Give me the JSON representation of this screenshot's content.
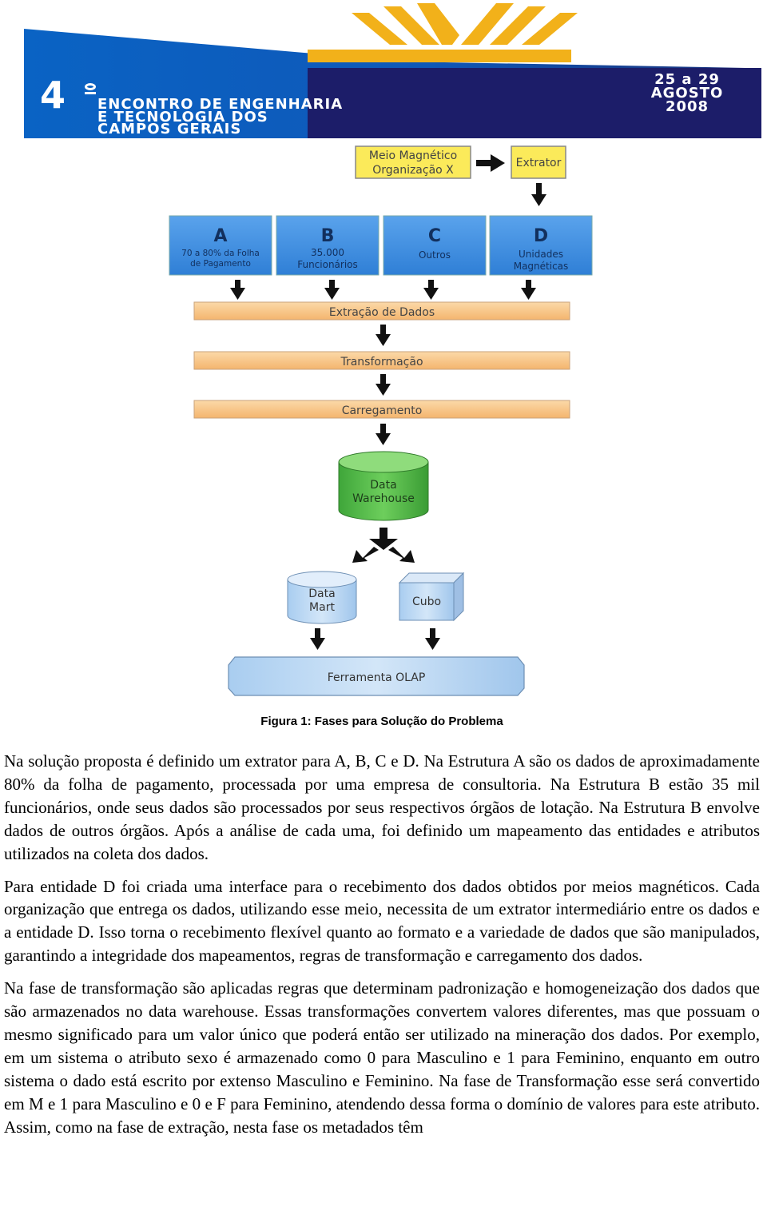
{
  "banner": {
    "edition": "4",
    "line1": "ENCONTRO DE ENGENHARIA",
    "line2": "E TECNOLOGIA DOS",
    "line3": "CAMPOS GERAIS",
    "date_line1": "25 a 29",
    "date_line2": "AGOSTO",
    "date_line3": "2008",
    "colors": {
      "blue": "#0a63c4",
      "navy": "#1c1d69",
      "logo": "#f2b11a"
    }
  },
  "figure": {
    "source": {
      "line1": "Meio Magnético",
      "line2": "Organização X"
    },
    "extractor": "Extrator",
    "entities": [
      {
        "letter": "A",
        "line1": "70 a 80% da Folha",
        "line2": "de Pagamento"
      },
      {
        "letter": "B",
        "line1": "35.000",
        "line2": "Funcionários"
      },
      {
        "letter": "C",
        "line1": "Outros",
        "line2": ""
      },
      {
        "letter": "D",
        "line1": "Unidades",
        "line2": "Magnéticas"
      }
    ],
    "phases": [
      "Extração de Dados",
      "Transformação",
      "Carregamento"
    ],
    "warehouse": {
      "line1": "Data",
      "line2": "Warehouse"
    },
    "datamart": {
      "line1": "Data",
      "line2": "Mart"
    },
    "cube": "Cubo",
    "olap": "Ferramenta OLAP",
    "colors": {
      "blue_box": "#3f8ee0",
      "yellow_box": "#fbea5a",
      "orange_bar": "#f8c88e",
      "green_cyl": "#4fb848",
      "light_blue": "#b9d6f3"
    }
  },
  "caption": "Figura 1: Fases para Solução do Problema",
  "paragraphs": [
    "Na solução proposta é definido um extrator para A, B, C e D. Na Estrutura A são os dados de aproximadamente 80% da folha de pagamento, processada por uma empresa de consultoria. Na Estrutura B estão 35 mil funcionários, onde seus dados são processados por seus respectivos órgãos de lotação. Na Estrutura B envolve dados de outros órgãos. Após a análise de cada uma, foi definido um mapeamento das entidades e atributos utilizados na coleta dos dados.",
    "Para entidade D foi criada uma interface para o recebimento dos dados obtidos por meios magnéticos. Cada organização que entrega os dados, utilizando esse meio, necessita de um extrator intermediário entre os dados e a entidade D. Isso torna o recebimento flexível quanto ao formato e a variedade de dados que são manipulados, garantindo a integridade dos mapeamentos, regras de transformação e carregamento dos dados.",
    "Na fase de transformação são aplicadas regras que determinam padronização e homogeneização dos dados que são armazenados no data warehouse. Essas transformações convertem valores diferentes, mas que possuam o mesmo significado para um valor único que poderá então ser utilizado na mineração dos dados. Por exemplo, em um sistema o atributo sexo é armazenado como 0 para Masculino e 1 para Feminino, enquanto em outro sistema o dado está escrito por extenso Masculino e Feminino. Na fase de Transformação esse será convertido em M e 1 para Masculino e 0 e F para Feminino, atendendo dessa forma o domínio de valores para este atributo. Assim, como na fase de extração, nesta fase os metadados têm"
  ]
}
